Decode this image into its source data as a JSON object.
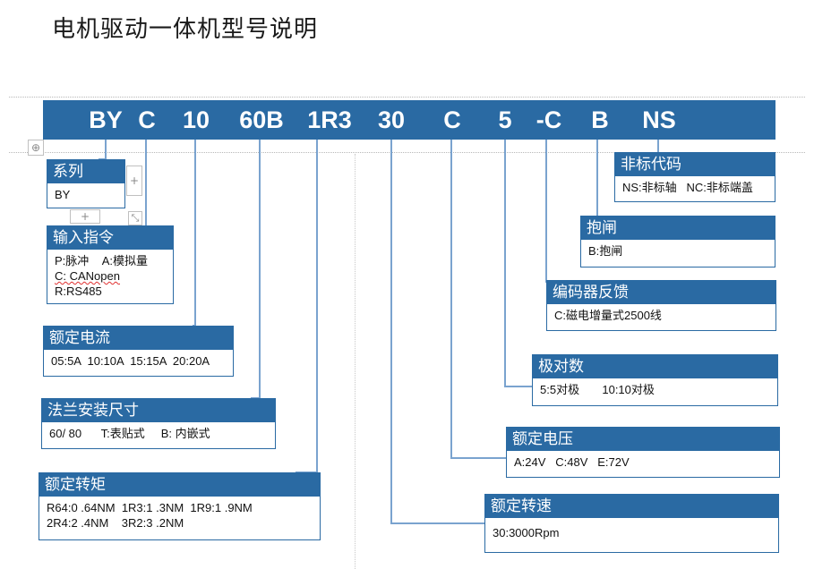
{
  "title": "电机驱动一体机型号说明",
  "colors": {
    "primary": "#2a6aa3",
    "connector": "#7aa3cf"
  },
  "code_segments": [
    "BY",
    "C",
    "10",
    "60B",
    "1R3",
    "30",
    "C",
    "5",
    "-C",
    "B",
    "NS"
  ],
  "boxes": {
    "series": {
      "title": "系列",
      "lines": [
        "BY"
      ]
    },
    "input": {
      "title": "输入指令",
      "lines": [
        "P:脉冲    A:模拟量",
        "C: CANopen",
        "R:RS485"
      ]
    },
    "current": {
      "title": "额定电流",
      "lines": [
        "05:5A  10:10A  15:15A  20:20A"
      ]
    },
    "flange": {
      "title": "法兰安装尺寸",
      "lines": [
        "60/ 80      T:表贴式     B: 内嵌式"
      ]
    },
    "torque": {
      "title": "额定转矩",
      "lines": [
        "R64:0 .64NM  1R3:1 .3NM  1R9:1 .9NM",
        "2R4:2 .4NM    3R2:3 .2NM"
      ]
    },
    "brake_ns": {
      "title": "非标代码",
      "lines": [
        "NS:非标轴   NC:非标端盖"
      ]
    },
    "brake": {
      "title": "抱闸",
      "lines": [
        "B:抱闸"
      ]
    },
    "encoder": {
      "title": "编码器反馈",
      "lines": [
        "C:磁电增量式2500线"
      ]
    },
    "poles": {
      "title": "极对数",
      "lines": [
        "5:5对极       10:10对极"
      ]
    },
    "voltage": {
      "title": "额定电压",
      "lines": [
        "A:24V   C:48V   E:72V"
      ]
    },
    "speed": {
      "title": "额定转速",
      "lines": [
        "30:3000Rpm"
      ]
    }
  },
  "editor_handles": {
    "plus": "+",
    "move": "⊕",
    "resize": "⤡"
  }
}
